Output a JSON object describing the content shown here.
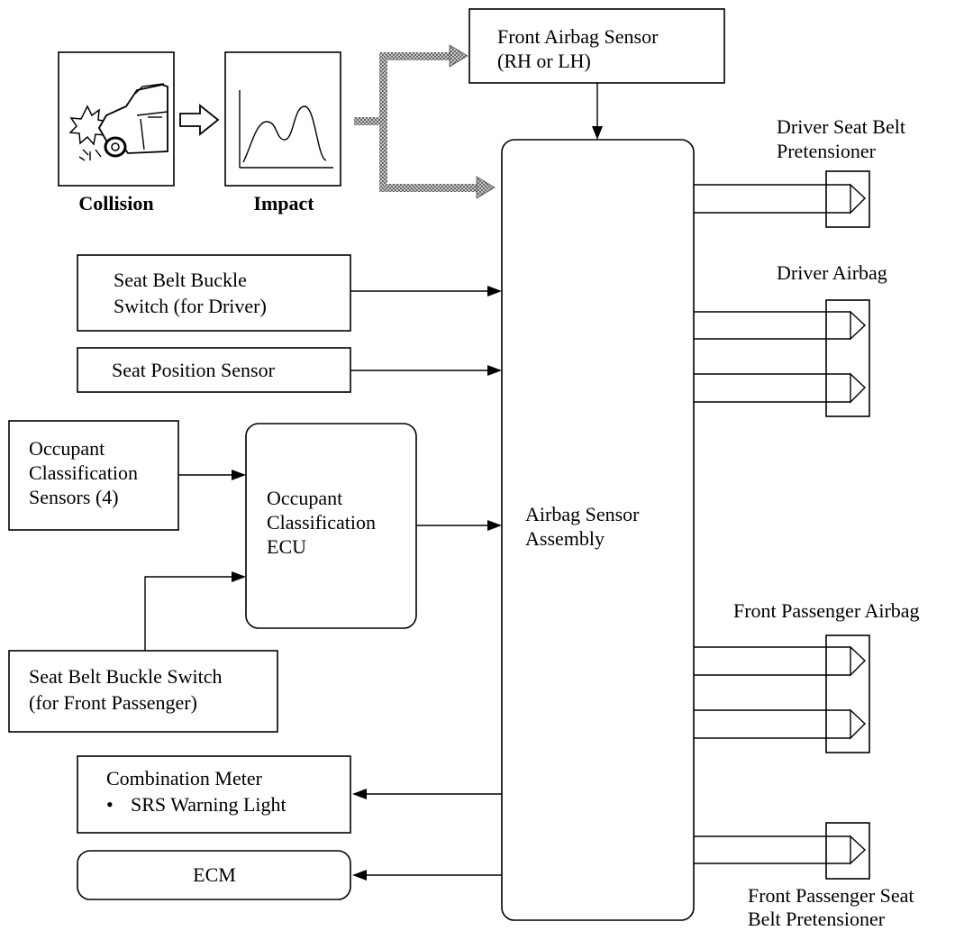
{
  "collision": {
    "caption": "Collision"
  },
  "impact": {
    "caption": "Impact"
  },
  "front_airbag_sensor": {
    "line1": "Front Airbag Sensor",
    "line2": "(RH or LH)"
  },
  "seat_belt_buckle_driver": {
    "line1": "Seat Belt Buckle",
    "line2": "Switch (for Driver)"
  },
  "seat_position_sensor": {
    "line1": "Seat Position Sensor"
  },
  "occupant_classification_sensors": {
    "line1": "Occupant",
    "line2": "Classification",
    "line3": "Sensors (4)"
  },
  "occupant_classification_ecu": {
    "line1": "Occupant",
    "line2": "Classification",
    "line3": "ECU"
  },
  "seat_belt_buckle_passenger": {
    "line1": "Seat Belt Buckle Switch",
    "line2": "(for Front Passenger)"
  },
  "combination_meter": {
    "line1": "Combination Meter",
    "line2": "SRS Warning Light",
    "bullet": "•"
  },
  "ecm": {
    "line1": "ECM"
  },
  "airbag_sensor_assembly": {
    "line1": "Airbag Sensor",
    "line2": "Assembly"
  },
  "driver_seat_belt_pretensioner": {
    "line1": "Driver Seat Belt",
    "line2": "Pretensioner"
  },
  "driver_airbag": {
    "line1": "Driver Airbag"
  },
  "front_passenger_airbag": {
    "line1": "Front Passenger Airbag"
  },
  "front_passenger_seat_belt_pretensioner": {
    "line1": "Front Passenger Seat",
    "line2": "Belt Pretensioner"
  }
}
